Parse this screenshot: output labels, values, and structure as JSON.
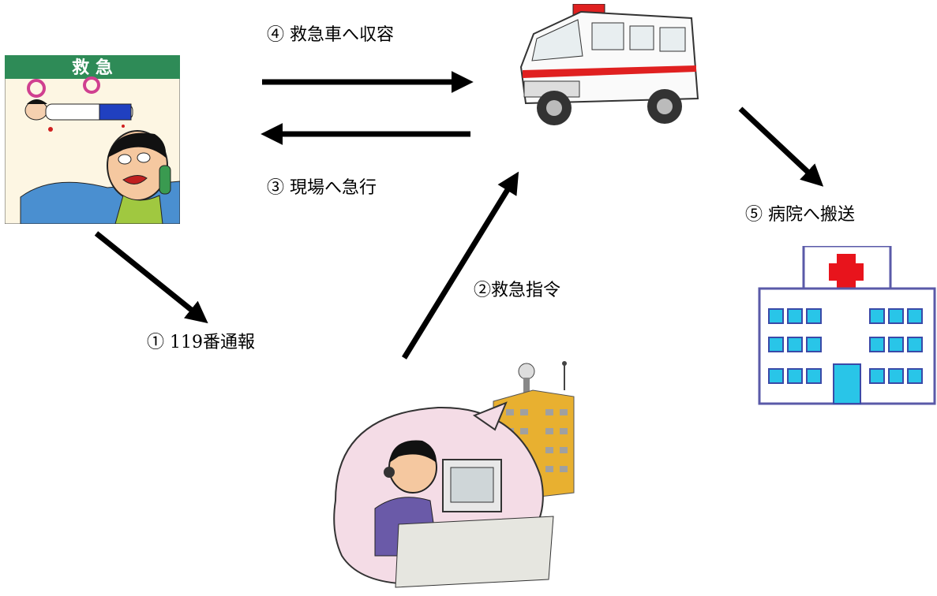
{
  "diagram": {
    "steps": [
      {
        "id": "step1",
        "label": "① 119番通報",
        "from": "emergency-scene",
        "to": "dispatch-center"
      },
      {
        "id": "step2",
        "label": "②救急指令",
        "from": "dispatch-center",
        "to": "ambulance"
      },
      {
        "id": "step3",
        "label": "③ 現場へ急行",
        "from": "ambulance",
        "to": "emergency-scene"
      },
      {
        "id": "step4",
        "label": "④ 救急車へ収容",
        "from": "emergency-scene",
        "to": "ambulance"
      },
      {
        "id": "step5",
        "label": "⑤ 病院へ搬送",
        "from": "ambulance",
        "to": "hospital"
      }
    ]
  },
  "scene": {
    "banner": "救 急"
  },
  "colors": {
    "banner_green": "#2e8b57",
    "hospital_cross": "#e8141c",
    "hospital_window": "#29c5e8",
    "hospital_outline": "#5a5aa8",
    "ambulance_stripe": "#e02020",
    "arrow": "#000000"
  },
  "icons": {
    "emergency_scene": "emergency-scene-illustration",
    "ambulance": "ambulance-illustration",
    "hospital": "hospital-icon",
    "dispatch": "dispatch-center-illustration"
  }
}
